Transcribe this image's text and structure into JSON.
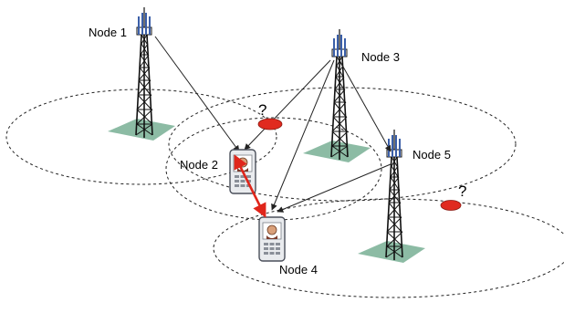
{
  "nodes": {
    "node1": {
      "label": "Node 1"
    },
    "node2": {
      "label": "Node 2"
    },
    "node3": {
      "label": "Node 3"
    },
    "node4": {
      "label": "Node 4"
    },
    "node5": {
      "label": "Node 5"
    }
  },
  "unknown_markers": [
    {
      "label": "?"
    },
    {
      "label": "?"
    }
  ],
  "colors": {
    "link": "#222222",
    "peer_link": "#e0261b",
    "unknown_marker": "#e02a1f",
    "antenna": "#3b5fa8",
    "ground": "#7fb49a"
  },
  "icons": {
    "tower": "cell-tower-icon",
    "handset": "mobile-phone-icon",
    "unknown": "red-ellipse-marker"
  }
}
